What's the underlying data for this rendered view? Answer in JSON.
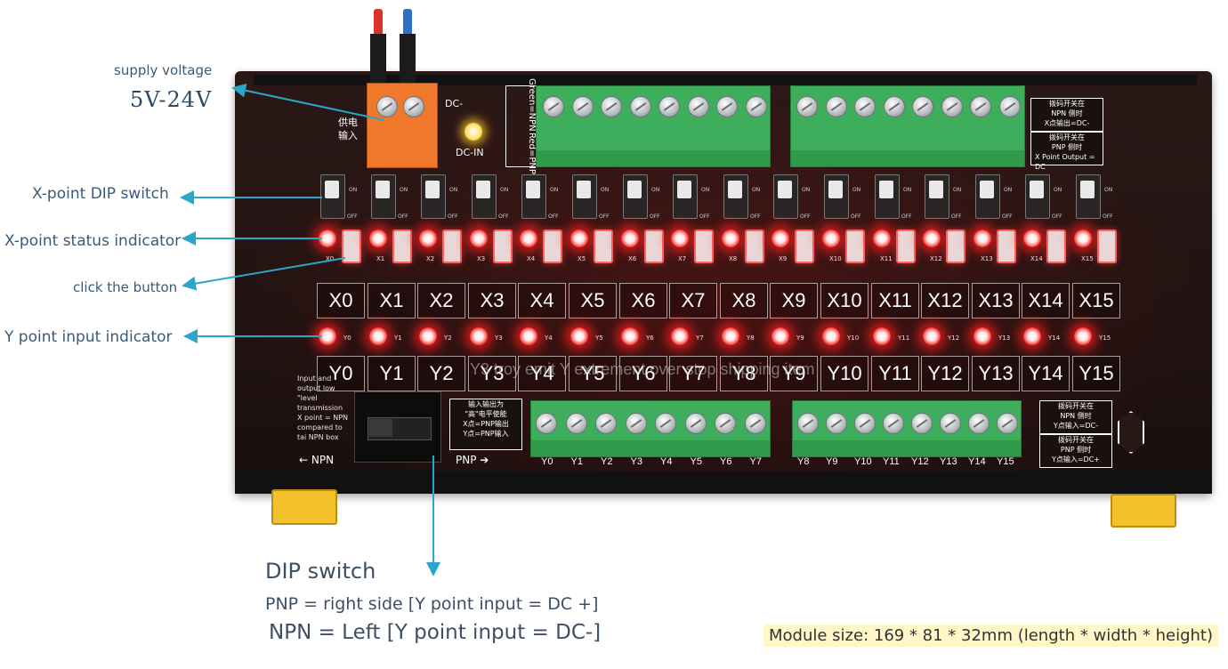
{
  "callouts": {
    "supply_voltage": "supply voltage",
    "voltage_range": "5V-24V",
    "x_dip_switch": "X-point DIP switch",
    "x_status_indicator": "X-point status indicator",
    "click_button": "click the button",
    "y_input_indicator": "Y point input indicator"
  },
  "dip_note": {
    "title": "DIP switch",
    "pnp": "PNP = right side [Y point input = DC +]",
    "npn": "NPN = Left [Y point input = DC-]"
  },
  "module_size": "Module size: 169 * 81 * 32mm (length * width * height)",
  "board": {
    "dc_minus": "DC-",
    "dc_in": "DC-IN",
    "power_cn": "供电",
    "input_cn": "输入",
    "green_npn": "Green=NPN",
    "red_pnp": "Red=PNP",
    "on": "ON",
    "off": "OFF",
    "x_labels": [
      "X0",
      "X1",
      "X2",
      "X3",
      "X4",
      "X5",
      "X6",
      "X7",
      "X8",
      "X9",
      "X10",
      "X11",
      "X12",
      "X13",
      "X14",
      "X15"
    ],
    "y_labels": [
      "Y0",
      "Y1",
      "Y2",
      "Y3",
      "Y4",
      "Y5",
      "Y6",
      "Y7",
      "Y8",
      "Y9",
      "Y10",
      "Y11",
      "Y12",
      "Y13",
      "Y14",
      "Y15"
    ],
    "watermark": "Y3 troy emit Y extrement over stop shipping item",
    "left_small_note": "Input and output low \"level transmission X point = NPN compared to tai NPN box",
    "npn_arrow": "NPN",
    "pnp_arrow": "PNP",
    "mid_box_lines": [
      "输入输出为",
      "\"高\"电平使能",
      "X点=PNP输出",
      "Y点=PNP输入"
    ],
    "right_top_box_lines": [
      "拨码开关在",
      "NPN 侧时",
      "X点输出=DC-"
    ],
    "right_top_box2_lines": [
      "拨码开关在",
      "PNP 侧时"
    ],
    "right_top_box2_en": [
      "X Point",
      "Output = DC"
    ],
    "right_bottom_box1_lines": [
      "拨码开关在",
      "NPN 侧时",
      "Y点输入=DC-"
    ],
    "right_bottom_box2_lines": [
      "拨码开关在",
      "PNP 侧时",
      "Y点输入=DC+"
    ]
  },
  "colors": {
    "callout_arrow": "#2aa6c8",
    "led_red": "#ff2020",
    "terminal_green": "#3fae5c",
    "rail_yellow": "#f3c12b"
  }
}
